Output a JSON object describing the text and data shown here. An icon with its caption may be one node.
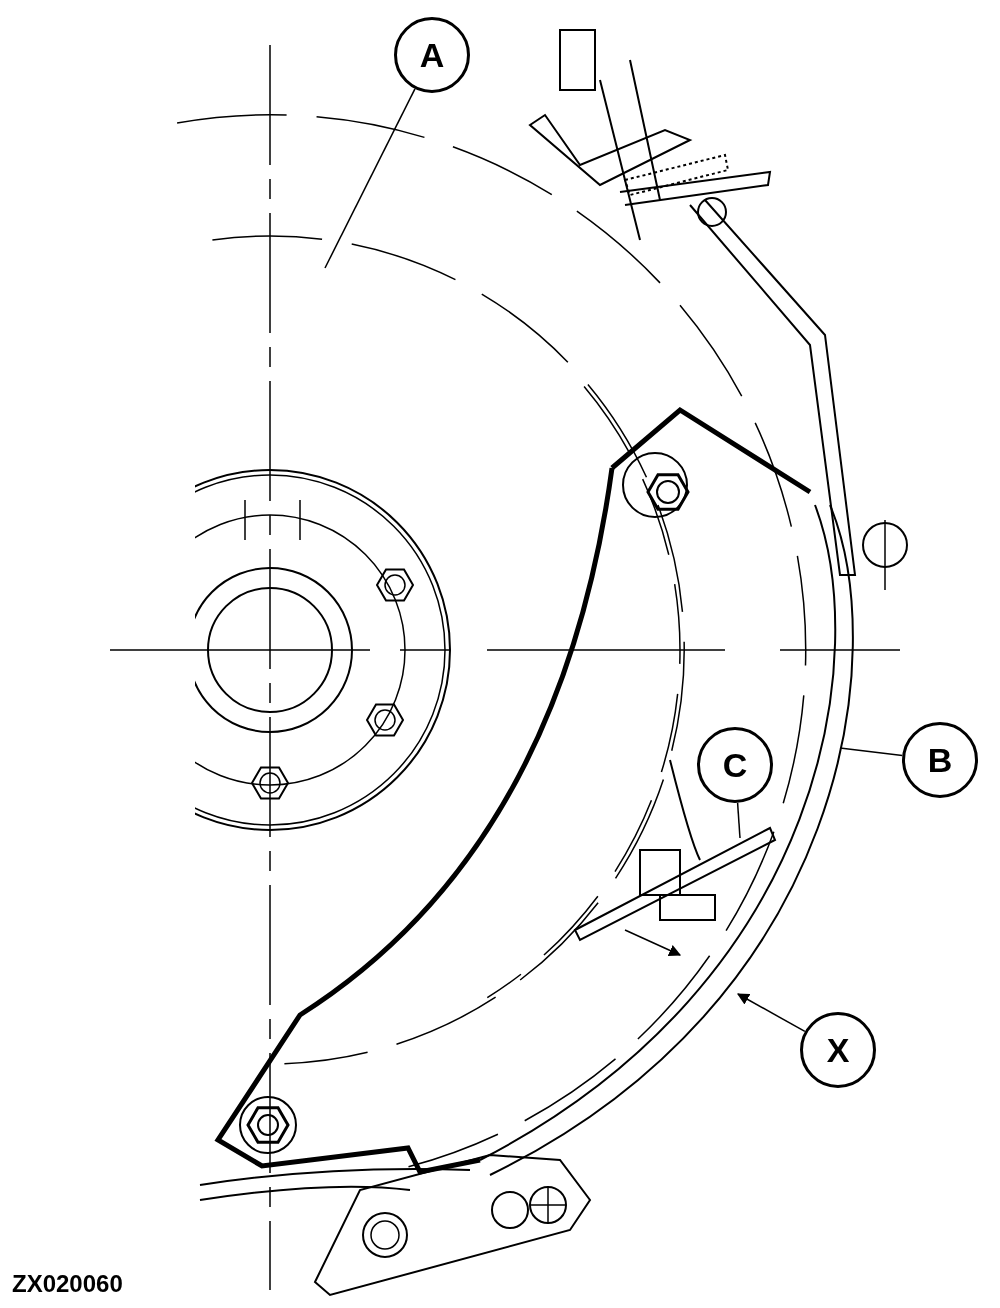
{
  "diagram": {
    "nodes": [
      {
        "text": [
          "A"
        ]
      },
      {
        "text": [
          "C"
        ]
      },
      {
        "text": [
          "B"
        ]
      },
      {
        "text": [
          "X"
        ]
      }
    ],
    "edges": [
      {
        "from": 0,
        "to": null,
        "arrow": "none"
      },
      {
        "from": 1,
        "to": null,
        "arrow": "none"
      },
      {
        "from": 2,
        "to": null,
        "arrow": "none"
      },
      {
        "from": 3,
        "to": null,
        "arrow": "to"
      }
    ],
    "labels": [
      "ZX020060"
    ]
  }
}
